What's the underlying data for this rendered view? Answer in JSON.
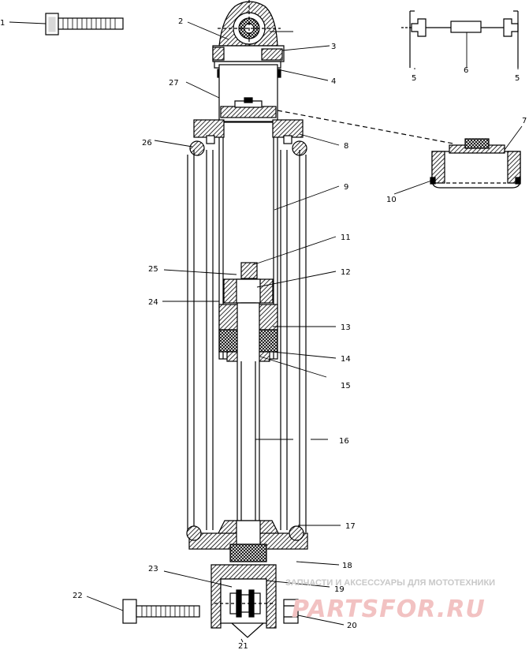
{
  "callouts": {
    "c1": "1",
    "c2": "2",
    "c3": "3",
    "c4": "4",
    "c5a": "5",
    "c5b": "5",
    "c6": "6",
    "c7": "7",
    "c8": "8",
    "c9": "9",
    "c10": "10",
    "c11": "11",
    "c12": "12",
    "c13": "13",
    "c14": "14",
    "c15": "15",
    "c16": "16",
    "c17": "17",
    "c18": "18",
    "c19": "19",
    "c20": "20",
    "c21": "21",
    "c22": "22",
    "c23": "23",
    "c24": "24",
    "c25": "25",
    "c26": "26",
    "c27": "27"
  },
  "watermark": {
    "tagline": "ЗАПЧАСТИ И АКСЕССУАРЫ ДЛЯ МОТОТЕХНИКИ",
    "logo": "PARTSFOR.RU"
  },
  "colors": {
    "line": "#000000",
    "hatch": "#000000",
    "watermark_text": "#c8c8c8",
    "watermark_logo": "#f2c2c2"
  }
}
